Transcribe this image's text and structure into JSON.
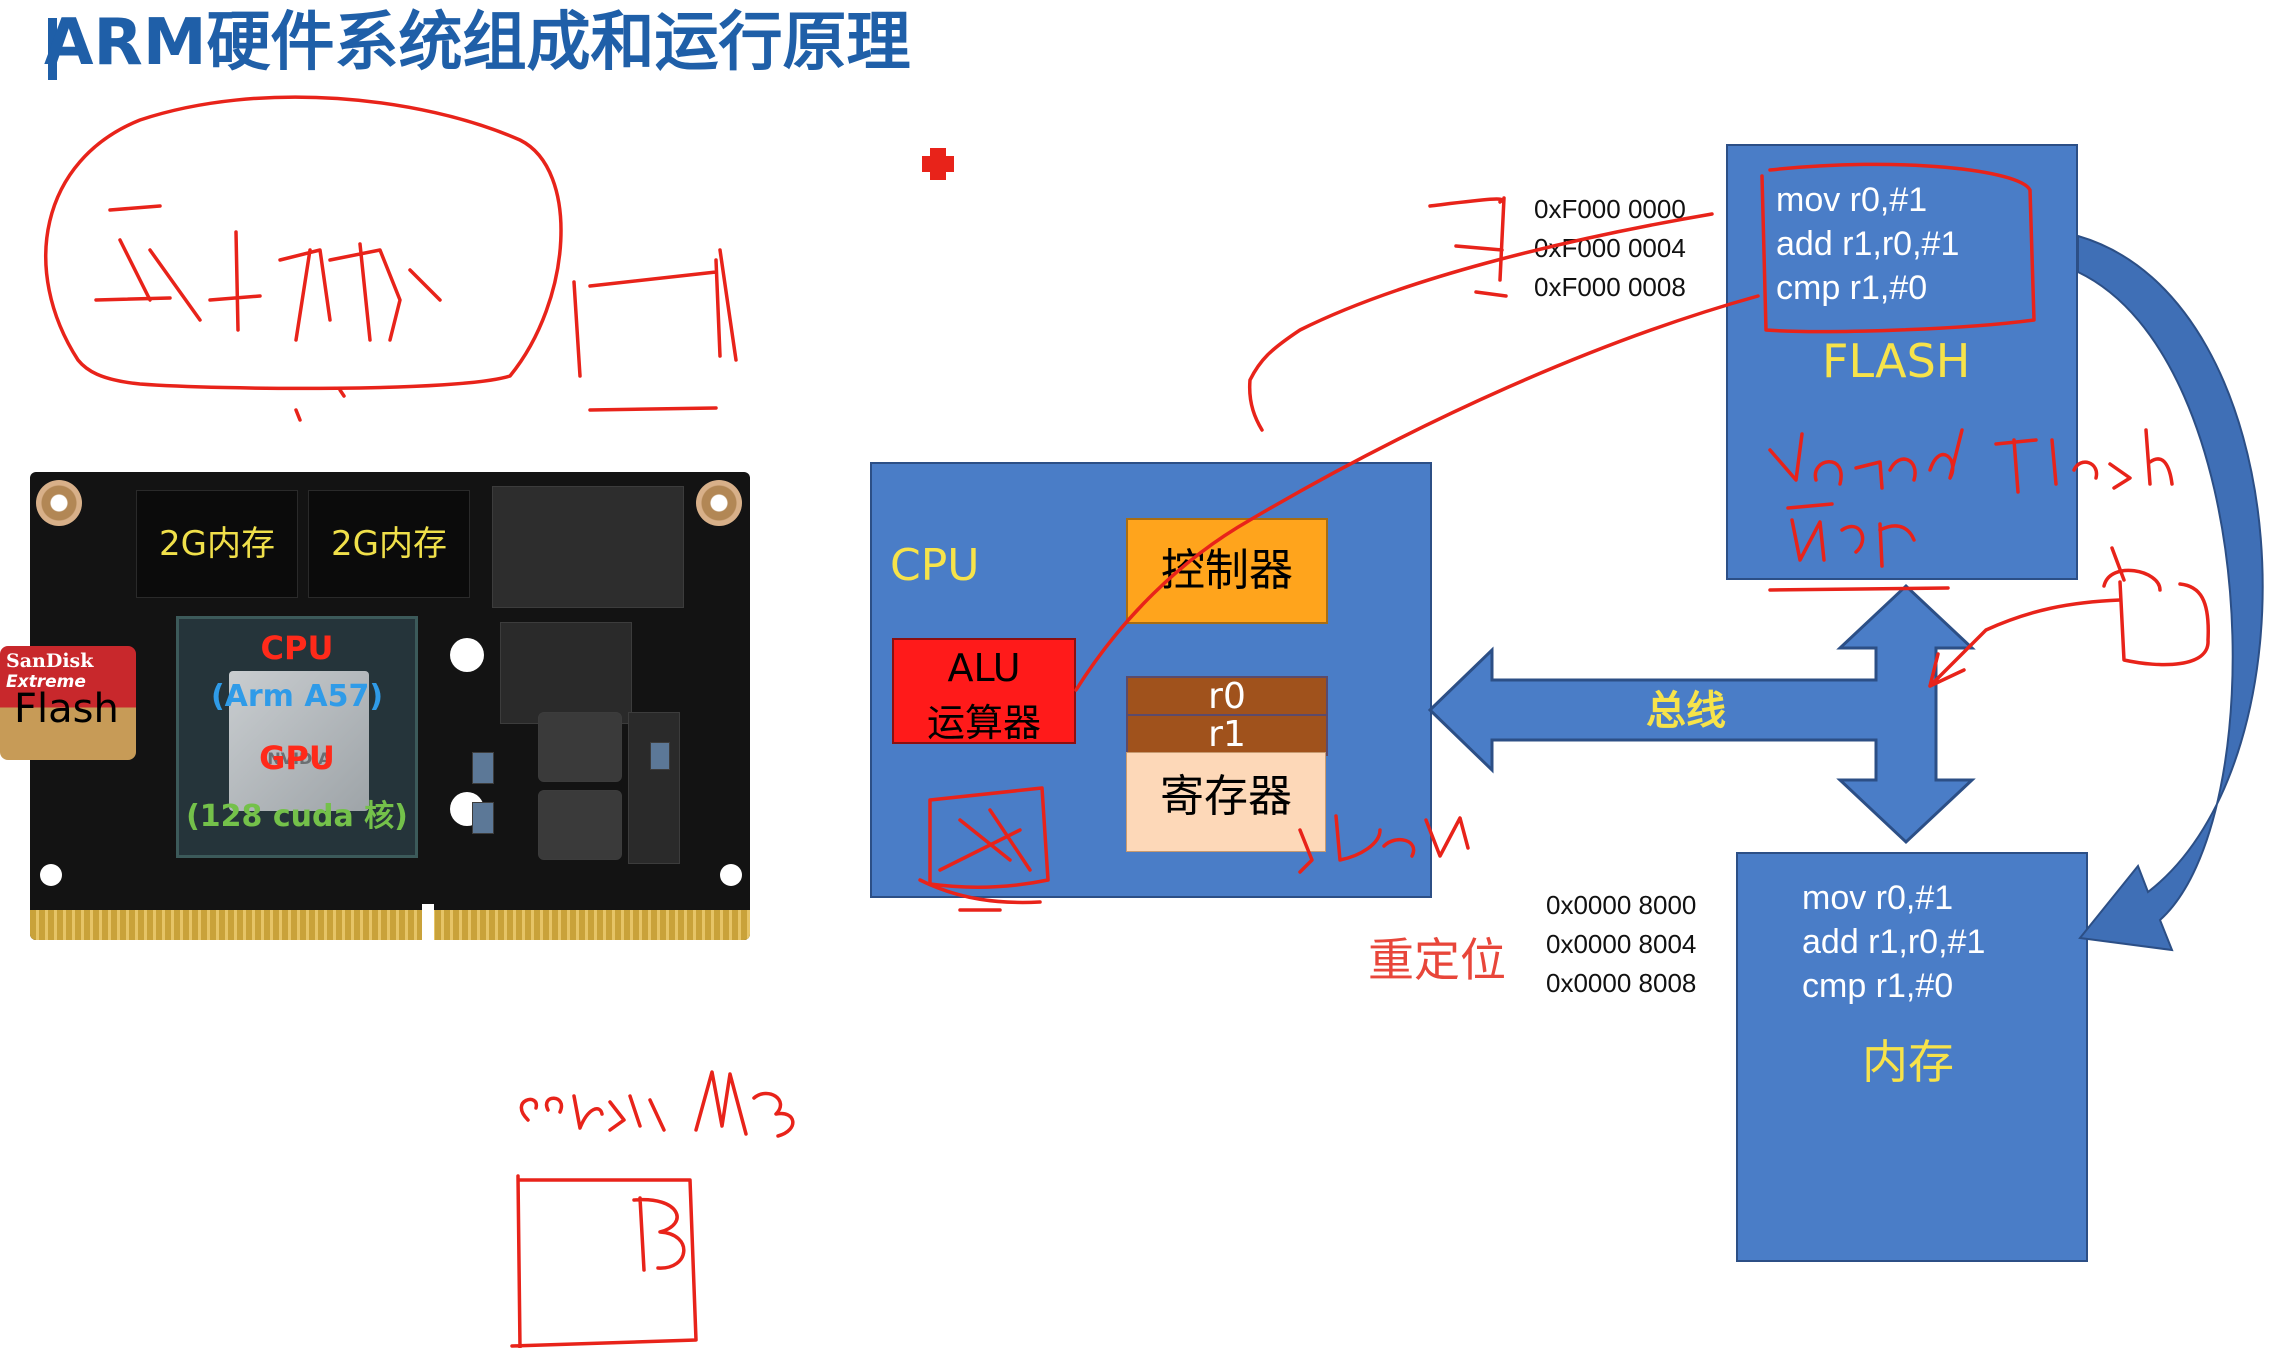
{
  "slide": {
    "title": "ARM硬件系统组成和运行原理"
  },
  "board": {
    "mem_chip_1": "2G内存",
    "mem_chip_2": "2G内存",
    "soc_cpu": "CPU",
    "soc_cpu_sub": "(Arm A57)",
    "soc_die_mark": "NVIDIA",
    "soc_gpu": "GPU",
    "soc_gpu_sub": "(128 cuda 核)",
    "sd_brand": "SanDisk",
    "sd_line": "Extreme",
    "sd_overlay": "Flash"
  },
  "diagram": {
    "cpu_label": "CPU",
    "alu_label": "ALU",
    "alu_sub": "运算器",
    "controller_label": "控制器",
    "reg_r0": "r0",
    "reg_r1": "r1",
    "register_file_label": "寄存器",
    "bus_label": "总线",
    "flash": {
      "label": "FLASH",
      "addresses": [
        "0xF000 0000",
        "0xF000 0004",
        "0xF000 0008"
      ],
      "code": [
        "mov r0,#1",
        "add r1,r0,#1",
        "cmp r1,#0"
      ]
    },
    "memory": {
      "label": "内存",
      "addresses": [
        "0x0000 8000",
        "0x0000 8004",
        "0x0000 8008"
      ],
      "code": [
        "mov r0,#1",
        "add r1,r0,#1",
        "cmp r1,#0"
      ]
    },
    "relocation_label": "重定位"
  },
  "colors": {
    "title_blue": "#1f5fa8",
    "box_blue": "#4a7dc7",
    "label_yellow": "#f7e34a",
    "alu_red": "#ff1a1a",
    "controller_orange": "#ffa41c",
    "register_peach": "#fdd8b8",
    "register_brown": "#a0521c",
    "ink_red": "#e8231a"
  }
}
